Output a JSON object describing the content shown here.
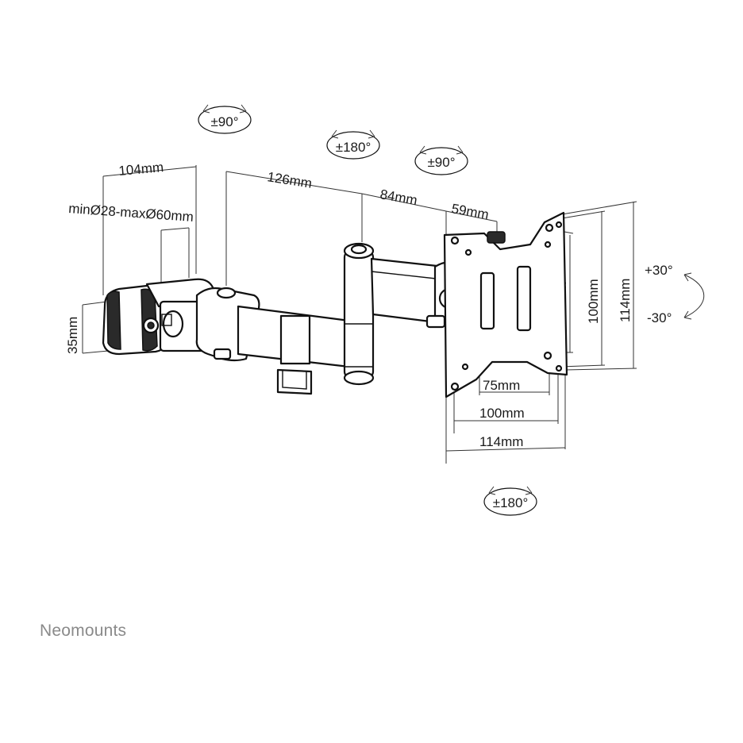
{
  "rotations": {
    "arm_upper": "±90°",
    "arm_joint": "±180°",
    "head_swivel": "±90°",
    "plate_rotate": "±180°",
    "tilt_up": "+30°",
    "tilt_down": "-30°"
  },
  "dimensions": {
    "clamp_depth": "104mm",
    "clamp_range": "minØ28-maxØ60mm",
    "clamp_height": "35mm",
    "arm_first": "126mm",
    "arm_second": "84mm",
    "head_offset": "59mm",
    "vesa_75_h": "75mm",
    "vesa_100_h": "100mm",
    "plate_114_h": "114mm",
    "vesa_75_w": "75mm",
    "vesa_100_w": "100mm",
    "plate_114_w": "114mm"
  },
  "brand": "Neomounts"
}
